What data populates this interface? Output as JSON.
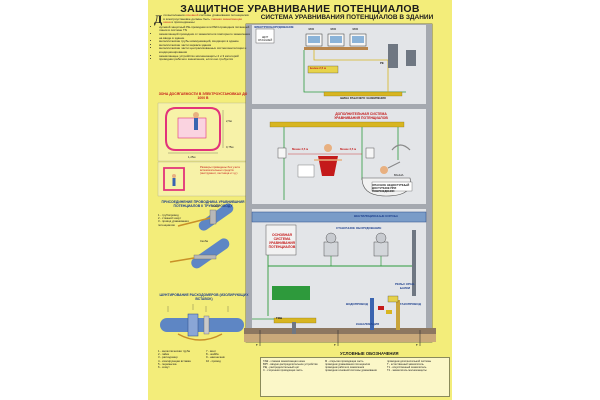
{
  "poster": {
    "title": "ЗАЩИТНОЕ УРАВНИВАНИЕ ПОТЕНЦИАЛОВ",
    "subtitle": "СИСТЕМА УРАВНИВАНИЯ ПОТЕНЦИАЛОВ В ЗДАНИИ"
  },
  "intro": {
    "dropcap": "Д",
    "text_before": "ля выполнения",
    "text_hl": "основной",
    "text_after": "системы уравнивания потенциалов в электроустановке должны быть",
    "text_hl2": "главная заземляющая шина",
    "text_end": "и присоединены:",
    "bullets": [
      "нулевой защитный РЕ-проводник или PEN-проводник питающей линии в системе TN",
      "заземляющий проводник от заземлителя повторного заземления на вводе в здание",
      "металлические трубы коммуникаций, входящих в здание",
      "металлические части каркаса здания",
      "металлические части централизованных систем вентиляции и кондиционирования",
      "заземляющее устройство молниезащиты 2 и 3 категорий",
      "проводник рабочего заземления, если оно требуется"
    ]
  },
  "left_sections": {
    "zone_title": "ЗОНА ДОСЯГАЕМОСТИ В ЭЛЕКТРОУСТАНОВКАХ ДО 1000 В",
    "zone_dim_1": "2,5м",
    "zone_dim_2": "1,25м",
    "zone_dim_3": "0,75м",
    "zone_note": "Размеры приведены без учета вспомогательных средств (инструмент, лестница и т.д.)",
    "pipe_title": "ПРИСОЕДИНЕНИЕ ПРОВОДНИКА УРАВНИВАНИЯ ПОТЕНЦИАЛОВ К ТРУБОПРОВОДУ",
    "pipe_notes": [
      "1 - трубопровод",
      "2 - стяжной хомут",
      "3 - провод уравнивания потенциалов"
    ],
    "pipe_labels": [
      "Хомут",
      "Скоба"
    ],
    "shunt_title": "ШУНТИРОВАНИЕ РАСХОДОМЕРОВ (ИЗОЛИРУЮЩИХ ВСТАВОК)",
    "shunt_notes_left": [
      "1 - металлическая труба",
      "2 - гайка",
      "3 - расходомер",
      "4 - изолирующая вставка",
      "5 - перемычка",
      "6 - хомут"
    ],
    "shunt_notes_right": [
      "7 - винт",
      "8 - шайба",
      "9 - наконечник",
      "10 - провод"
    ]
  },
  "building": {
    "top_label": "ЭЛЕКТРООБОРУДОВАНИЕ",
    "floor3_label": "ЩИТ ЭТАЖНЫЙ",
    "pc_labels": [
      "ЭВМ",
      "ЭВМ",
      "ЭВМ"
    ],
    "less_label": "Более 2,5 м",
    "floor3_bus": "ШИНА РАБОЧЕГО ЗАЗЕМЛЕНИЯ",
    "floor2_title": "ДОПОЛНИТЕЛЬНАЯ СИСТЕМА УРАВНИВАНИЯ ПОТЕНЦИАЛОВ",
    "floor2_less_left": "Менее 2,5 м",
    "floor2_less_right": "Менее 2,5 м",
    "bath_note": "ВАННА",
    "warning": "ОПАСНОЕ НЕДОСТУПНЫЙ ДОСТУПНОЕ ПРИ ПОВРЕЖДЕНИИ",
    "vent_label": "ВЕНТИЛЯЦИОННЫЕ КОРОБА",
    "main_system": "ОСНОВНАЯ СИСТЕМА УРАВНИВАНИЯ ПОТЕНЦИАЛОВ",
    "equipment_label": "СТАНОЧНОЕ ОБОРУДОВАНИЕ",
    "rail_label": "РЕЛЬС КРАН-БАЛКИ",
    "water_label": "ВОДОПРОВОД",
    "gas_label": "ГАЗОПРОВОД",
    "sewer_label": "КАНАЛИЗАЦИЯ",
    "ground_labels": [
      "ГЗШ",
      "Т",
      "Т",
      "Т"
    ],
    "pe_label": "РЕ"
  },
  "legend": {
    "title": "УСЛОВНЫЕ ОБОЗНАЧЕНИЯ",
    "items_col1": [
      "ГЗШ - главная заземляющая шина",
      "ВРУ - вводно-распределительное устройство",
      "РЩ - распределительный щит",
      "С - сторонняя проводящая часть"
    ],
    "items_col2": [
      "М - открытая проводящая часть",
      "проводник уравнивания потенциалов",
      "проводник рабочего заземления",
      "проводник основной системы уравнивания"
    ],
    "items_col3": [
      "проводник дополнительной системы",
      "Т - естественный заземлитель",
      "Т1 - искусственный заземлитель",
      "Т2 - заземлитель молниезащиты"
    ]
  },
  "colors": {
    "background": "#f3ed7a",
    "accent_red": "#c41a1a",
    "wire_green": "#2e9a3c",
    "pe_yellow": "#d8b520",
    "frame_blue": "#1d3f8c"
  }
}
